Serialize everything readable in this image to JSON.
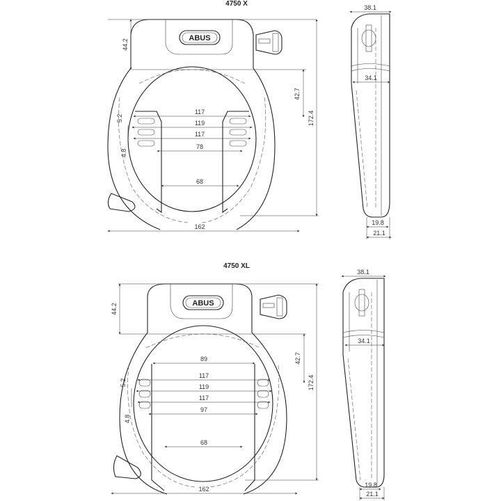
{
  "drawings": [
    {
      "title": "4750 X",
      "front_view": {
        "dimensions": {
          "top_height": "44.2",
          "inner_offset": "42.7",
          "total_height": "172.4",
          "width_1": "117",
          "width_2": "119",
          "width_3": "117",
          "width_4": "78",
          "opening": "68",
          "total_width": "162",
          "slot_pitch": "5.2",
          "slot_height": "4.8"
        },
        "logo": "ABUS"
      },
      "side_view": {
        "dimensions": {
          "top_width": "38.1",
          "mid_width": "34.1",
          "bottom_inner": "19.8",
          "bottom_outer": "21.1"
        }
      }
    },
    {
      "title": "4750 XL",
      "front_view": {
        "dimensions": {
          "top_height": "44.2",
          "inner_offset": "42.7",
          "total_height": "172.4",
          "width_0": "89",
          "width_1": "117",
          "width_2": "119",
          "width_3": "117",
          "width_4": "97",
          "opening": "68",
          "total_width": "162",
          "slot_pitch": "5.2",
          "slot_height": "4.8"
        },
        "logo": "ABUS"
      },
      "side_view": {
        "dimensions": {
          "top_width": "38.1",
          "mid_width": "34.1",
          "bottom_inner": "19.8",
          "bottom_outer": "21.1"
        }
      }
    }
  ]
}
